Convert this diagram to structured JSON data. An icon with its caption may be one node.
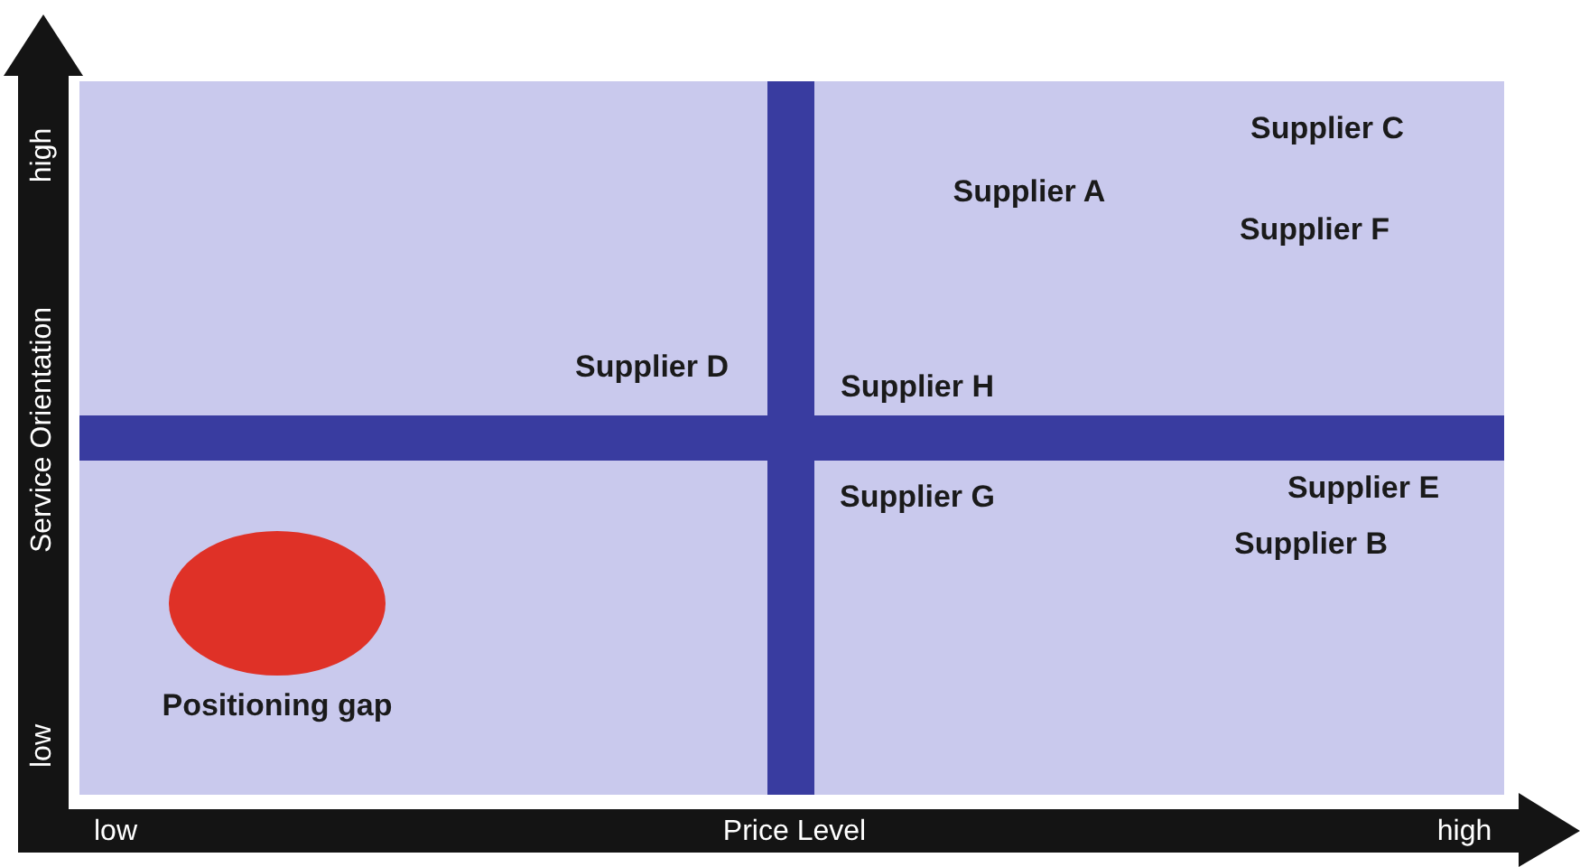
{
  "diagram": {
    "nodes": [
      {
        "text": [
          "Positioning gap"
        ]
      }
    ],
    "labels": [
      "high",
      "Supplier C",
      "Supplier A",
      "Supplier F",
      "Supplier D",
      "Supplier H",
      "Service Orientation",
      "Supplier E",
      "Supplier G",
      "Supplier B",
      "low",
      "low",
      "Price Level",
      "high"
    ]
  }
}
